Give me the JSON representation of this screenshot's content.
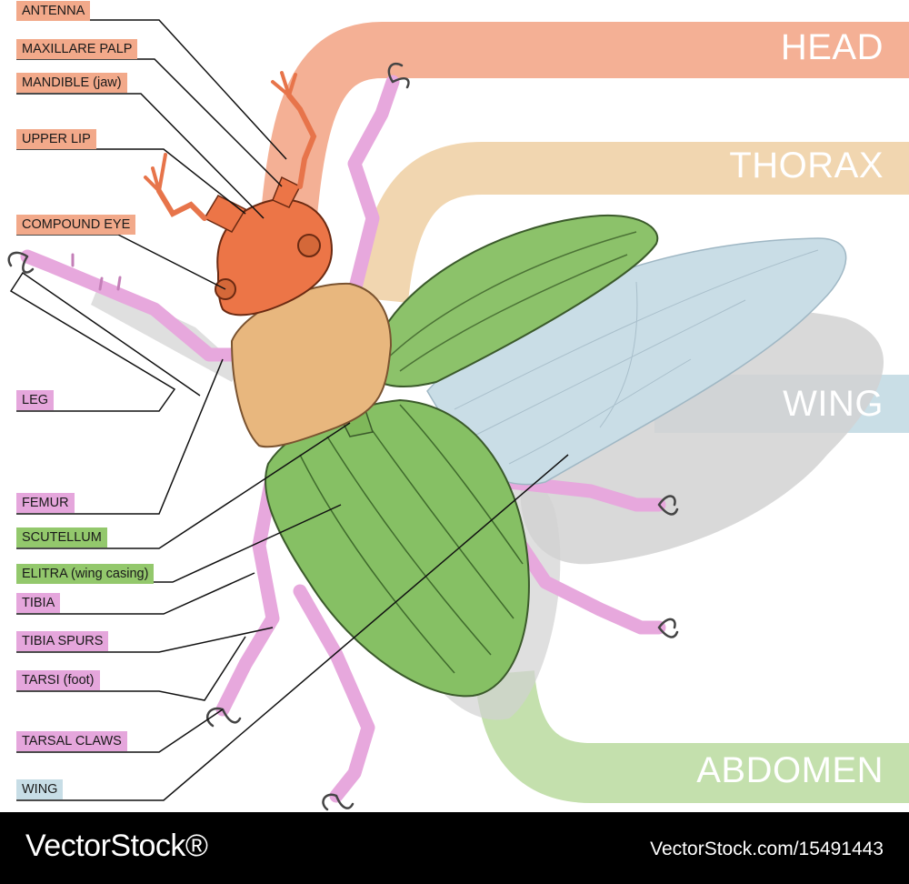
{
  "diagram": {
    "regions": {
      "head": "HEAD",
      "thorax": "THORAX",
      "wing": "WING",
      "abdomen": "ABDOMEN"
    },
    "labels": {
      "antenna": "ANTENNA",
      "maxillare_palp": "MAXILLARE PALP",
      "mandible": "MANDIBLE (jaw)",
      "upper_lip": "UPPER LIP",
      "compound_eye": "COMPOUND EYE",
      "leg": "LEG",
      "femur": "FEMUR",
      "scutellum": "SCUTELLUM",
      "elitra": "ELITRA (wing casing)",
      "tibia": "TIBIA",
      "tibia_spurs": "TIBIA SPURS",
      "tarsi": "TARSI (foot)",
      "tarsal_claws": "TARSAL CLAWS",
      "wing": "WING"
    },
    "colors": {
      "head": "#f2a98a",
      "thorax": "#f0d3a8",
      "wing": "#c7dde6",
      "abdomen": "#bfe0a8",
      "leg": "#e5a6dc",
      "green": "#93c86c"
    }
  },
  "footer": {
    "brand": "VectorStock®",
    "image_id": "VectorStock.com/15491443"
  }
}
